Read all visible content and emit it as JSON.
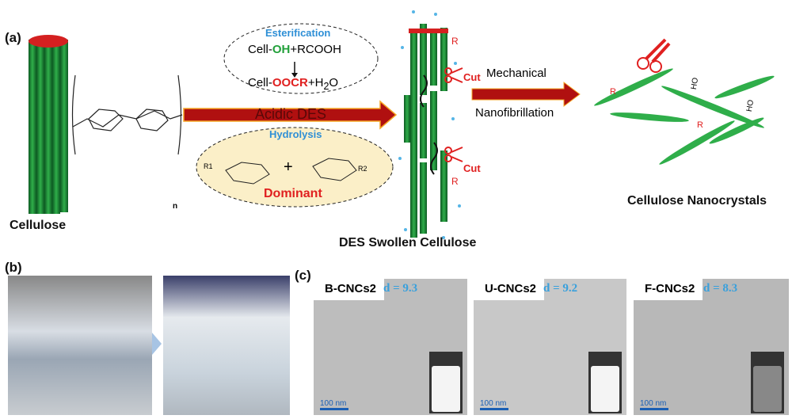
{
  "panels": {
    "a": "(a)",
    "b": "(b)",
    "c": "(c)"
  },
  "scheme": {
    "cellulose": "Cellulose",
    "esterification": {
      "title": "Esterification",
      "reactant_prefix": "Cell-",
      "reactant_group": "OH",
      "reactant_suffix": "+RCOOH",
      "product_prefix": "Cell-",
      "product_group": "OOCR",
      "product_suffix": "+H",
      "product_sub": "2",
      "product_end": "O"
    },
    "arrow_label": "Acidic DES",
    "hydrolysis": {
      "title": "Hydrolysis",
      "dominant": "Dominant",
      "r1": "R1",
      "r2": "R2",
      "plus": "+"
    },
    "swollen": "DES Swollen Cellulose",
    "cut": "Cut",
    "r": "R",
    "oh": "HO",
    "step2_line1": "Mechanical",
    "step2_line2": "Nanofibrillation",
    "product": "Cellulose Nanocrystals",
    "repeat_n": "n"
  },
  "tem": [
    {
      "name": "B-CNCs2",
      "d": "d = 9.3",
      "scale": "100 nm"
    },
    {
      "name": "U-CNCs2",
      "d": "d = 9.2",
      "scale": "100 nm"
    },
    {
      "name": "F-CNCs2",
      "d": "d = 8.3",
      "scale": "100 nm"
    }
  ],
  "colors": {
    "arrow": "#b01010",
    "fiber": "#1f8a3a",
    "accent": "#2e8fd6",
    "red": "#e02020"
  }
}
